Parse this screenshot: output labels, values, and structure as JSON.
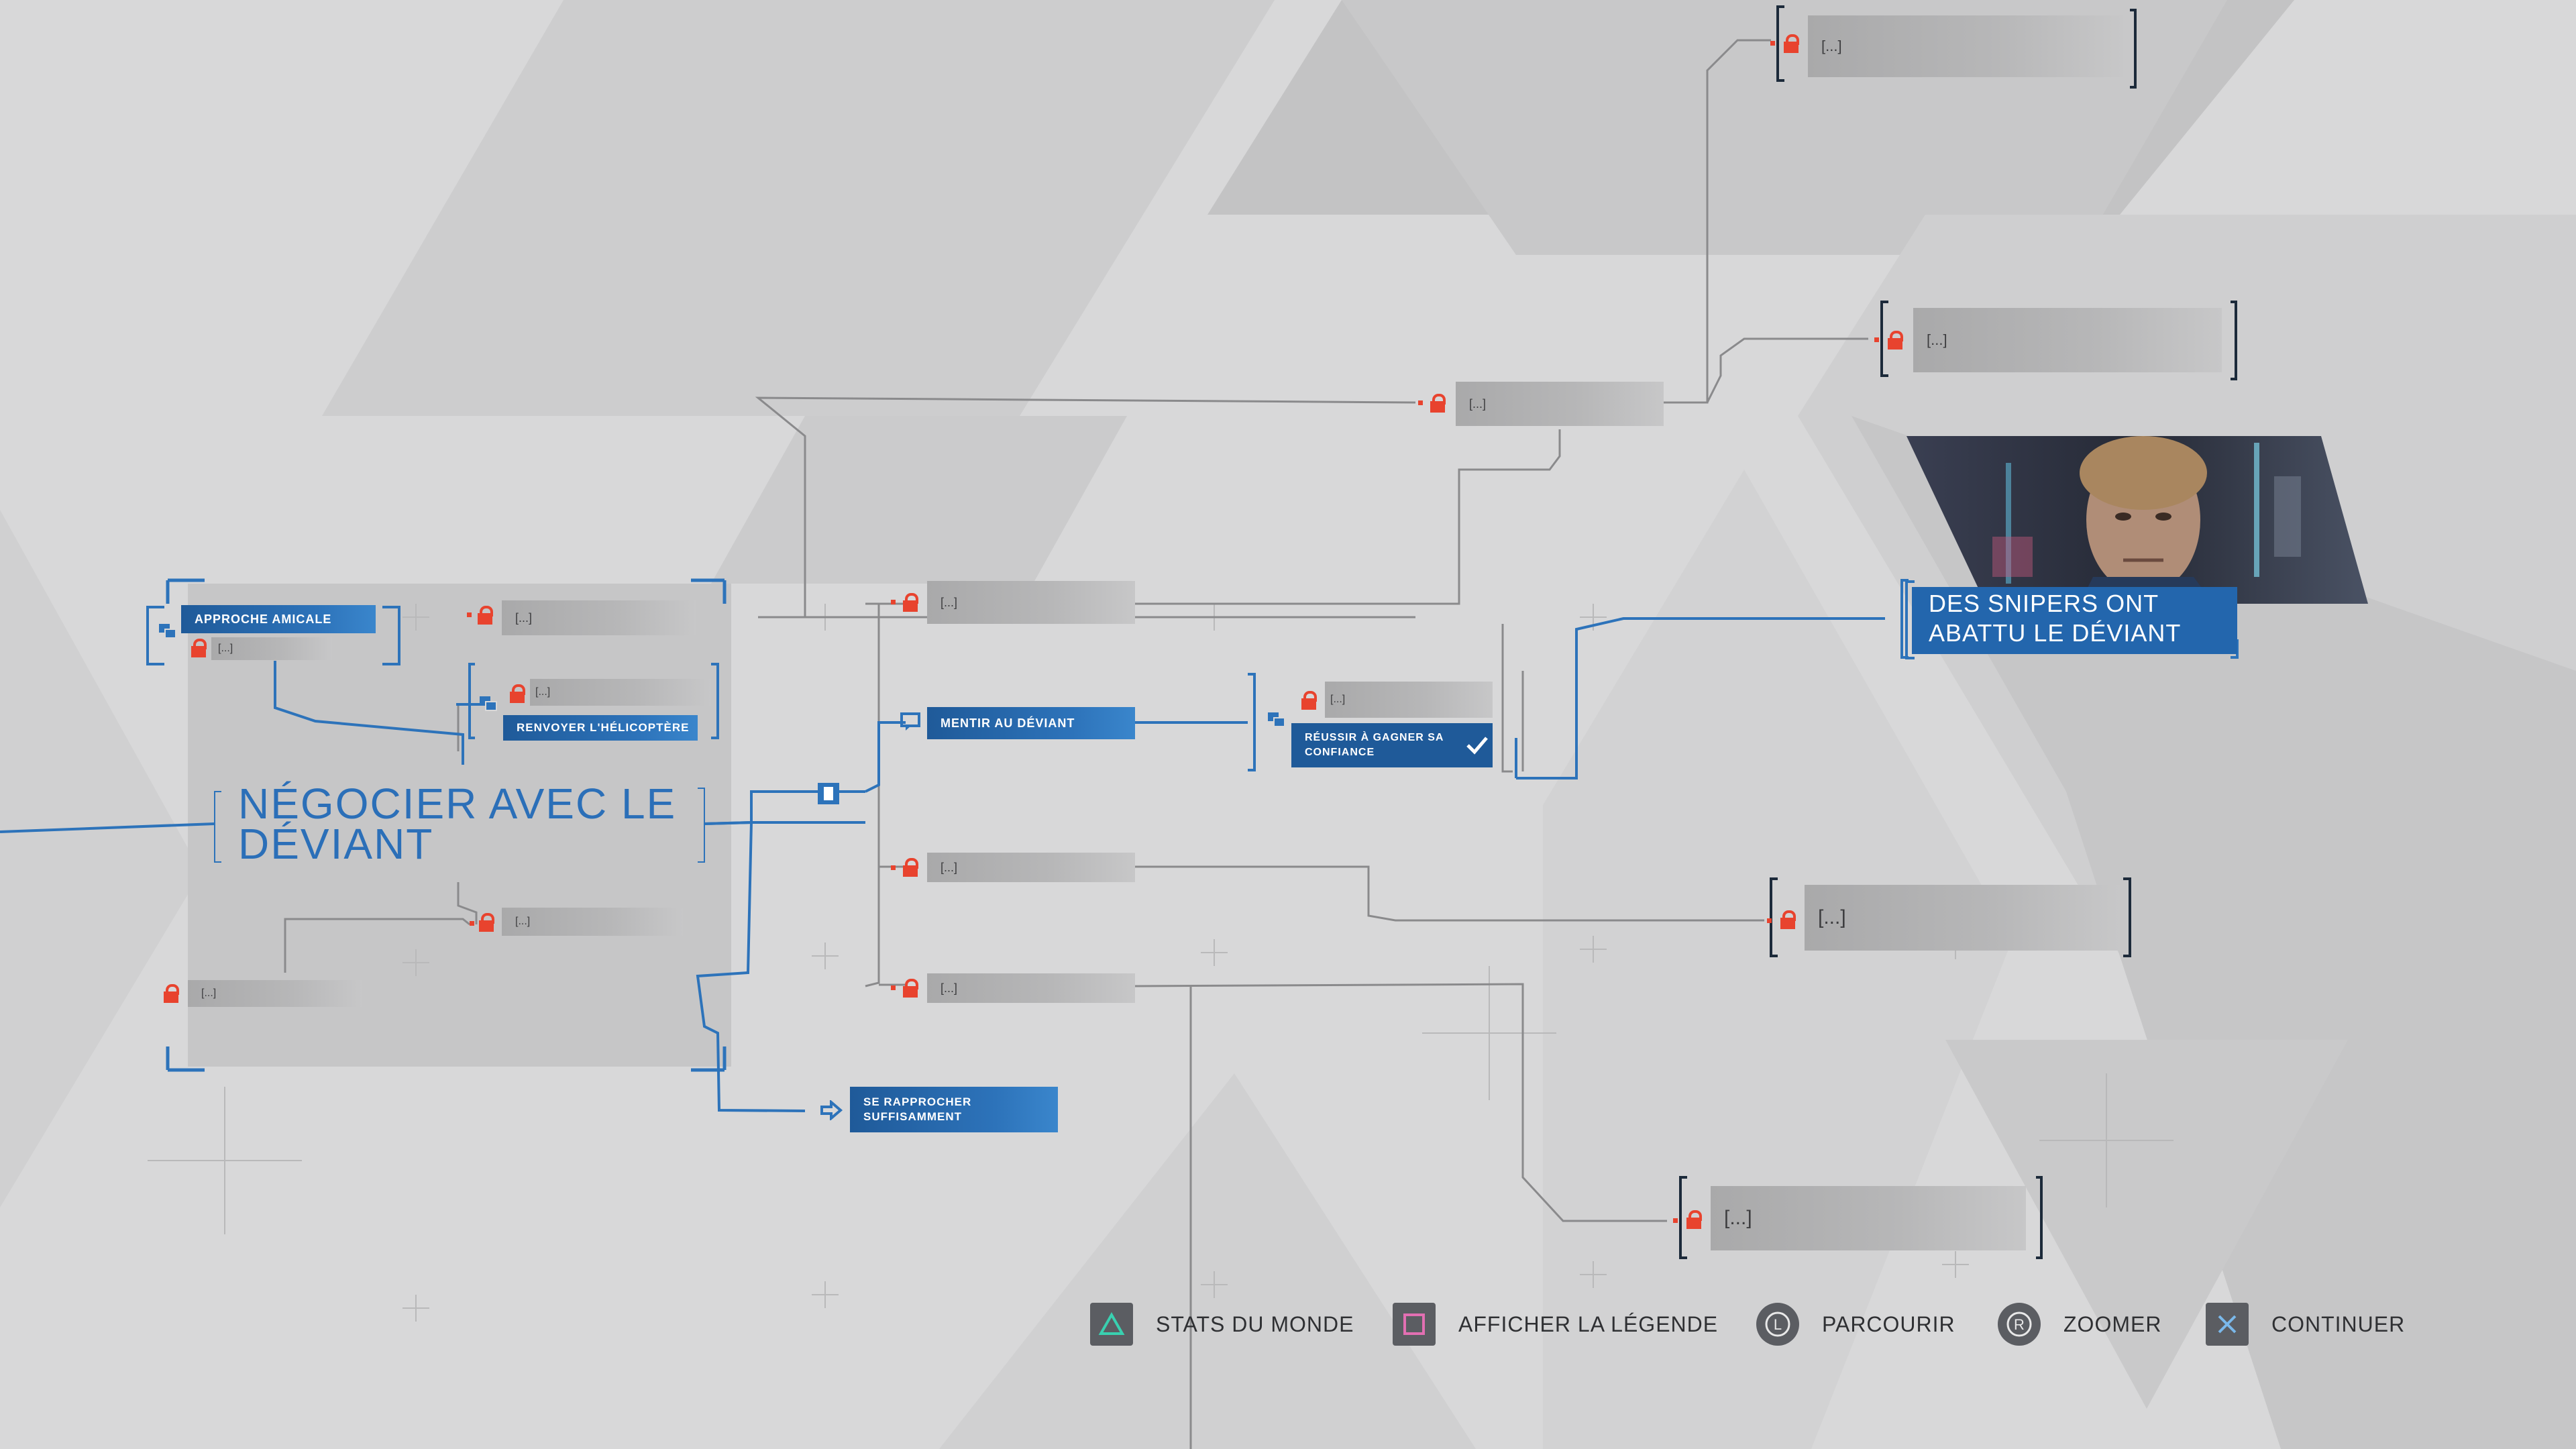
{
  "hub": {
    "title_line1": "NÉGOCIER AVEC LE",
    "title_line2": "DÉVIANT"
  },
  "nodes": {
    "approche_amicale": "APPROCHE AMICALE",
    "renvoyer_helicoptere": "RENVOYER L'HÉLICOPTÈRE",
    "mentir_deviant": "MENTIR AU DÉVIANT",
    "reussir_confiance_line1": "RÉUSSIR À GAGNER SA",
    "reussir_confiance_line2": "CONFIANCE",
    "se_rapprocher_line1": "SE RAPPROCHER",
    "se_rapprocher_line2": "SUFFISAMMENT",
    "hidden": "[...]"
  },
  "ending": {
    "line1": "DES SNIPERS ONT",
    "line2": "ABATTU LE DÉVIANT"
  },
  "controls": [
    {
      "icon": "triangle-button-icon",
      "label": "STATS DU MONDE"
    },
    {
      "icon": "square-button-icon",
      "label": "AFFICHER LA LÉGENDE"
    },
    {
      "icon": "left-stick-icon",
      "label": "PARCOURIR"
    },
    {
      "icon": "right-stick-icon",
      "label": "ZOOMER"
    },
    {
      "icon": "cross-button-icon",
      "label": "CONTINUER"
    }
  ],
  "colors": {
    "accent_blue": "#2d73ba",
    "locked_red": "#e8432e",
    "background": "#d8d8d9"
  }
}
